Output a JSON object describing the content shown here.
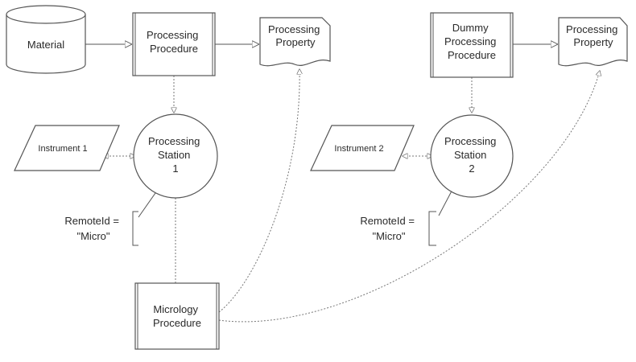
{
  "nodes": {
    "material": {
      "lines": [
        "Material"
      ]
    },
    "processing_procedure": {
      "lines": [
        "Processing",
        "Procedure"
      ]
    },
    "processing_property_1": {
      "lines": [
        "Processing",
        "Property"
      ]
    },
    "dummy_processing_procedure": {
      "lines": [
        "Dummy",
        "Processing",
        "Procedure"
      ]
    },
    "processing_property_2": {
      "lines": [
        "Processing",
        "Property"
      ]
    },
    "instrument_1": {
      "lines": [
        "Instrument 1"
      ]
    },
    "processing_station_1": {
      "lines": [
        "Processing",
        "Station",
        "1"
      ]
    },
    "instrument_2": {
      "lines": [
        "Instrument 2"
      ]
    },
    "processing_station_2": {
      "lines": [
        "Processing",
        "Station",
        "2"
      ]
    },
    "micrology_procedure": {
      "lines": [
        "Micrology",
        "Procedure"
      ]
    }
  },
  "annotations": {
    "remote_id_1": {
      "lines": [
        "RemoteId =",
        "\"Micro\""
      ]
    },
    "remote_id_2": {
      "lines": [
        "RemoteId =",
        "\"Micro\""
      ]
    }
  }
}
